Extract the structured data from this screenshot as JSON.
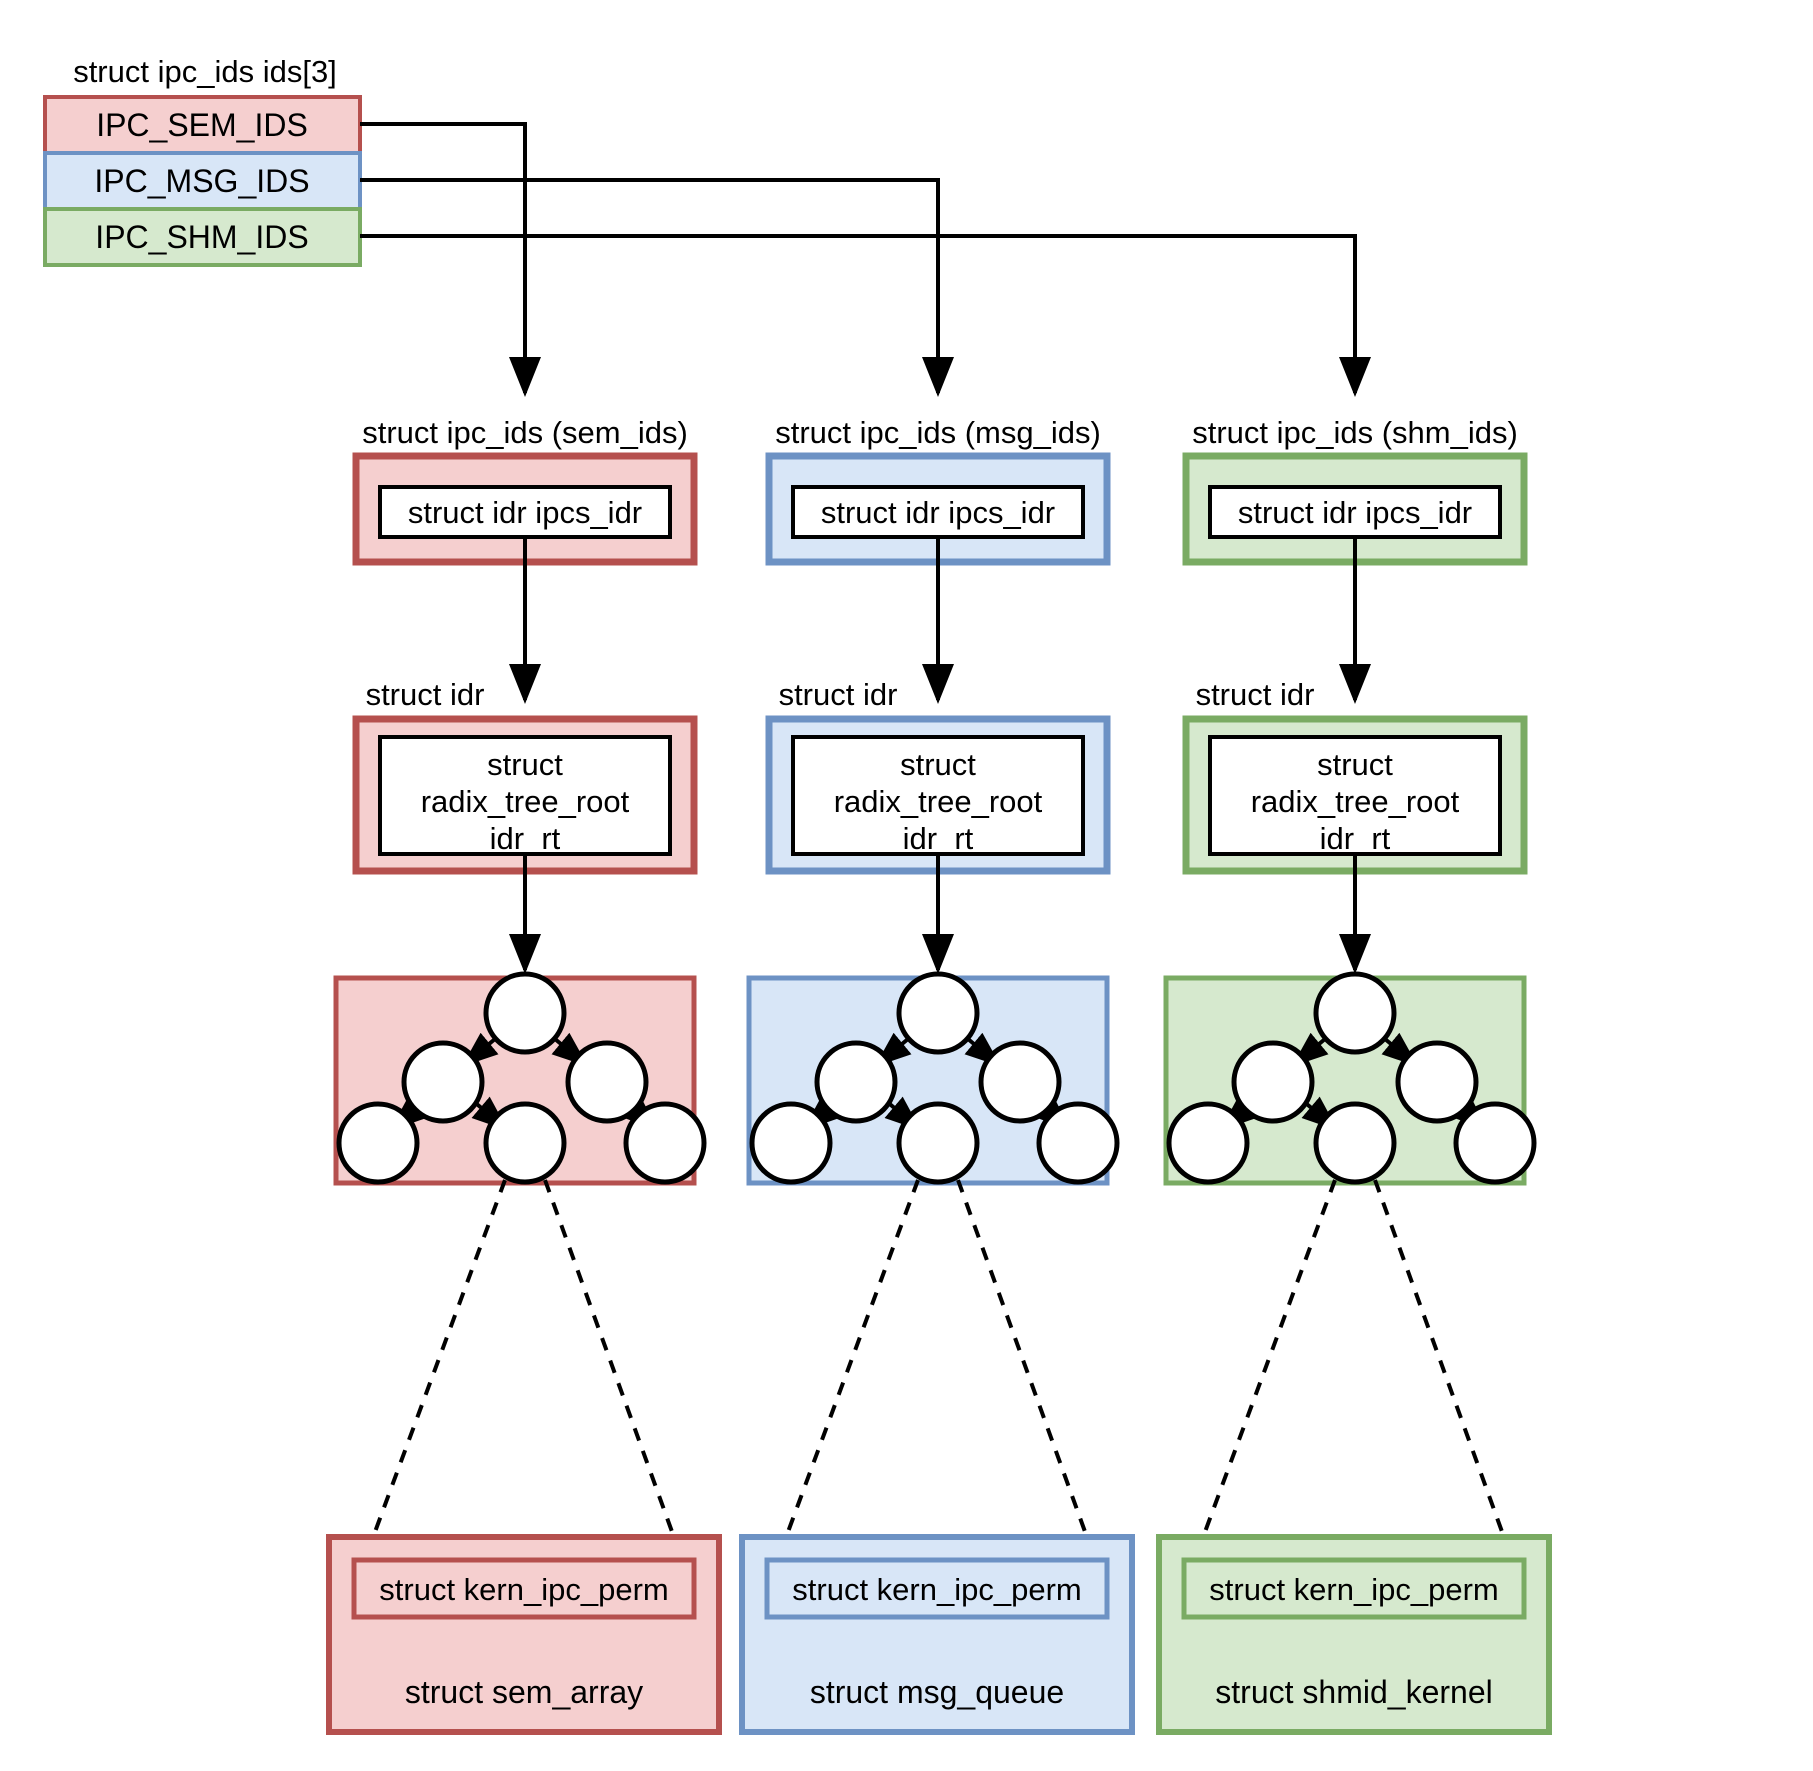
{
  "diagram": {
    "title_top": "struct ipc_ids ids[3]",
    "array_entries": [
      {
        "label": "IPC_SEM_IDS",
        "fill": "#f5cfcf",
        "stroke": "#b5504e"
      },
      {
        "label": "IPC_MSG_IDS",
        "fill": "#d8e6f7",
        "stroke": "#6d92c4"
      },
      {
        "label": "IPC_SHM_IDS",
        "fill": "#d6e9ce",
        "stroke": "#7aab63"
      }
    ],
    "columns": [
      {
        "key": "sem",
        "ipc_ids_caption": "struct ipc_ids (sem_ids)",
        "idr_field_label": "struct idr ipcs_idr",
        "idr_caption": "struct idr",
        "radix_line1": "struct",
        "radix_line2": "radix_tree_root",
        "radix_line3": "idr_rt",
        "perm_label": "struct kern_ipc_perm",
        "object_label": "struct sem_array",
        "fill": "#f5cfcf",
        "stroke": "#b5504e"
      },
      {
        "key": "msg",
        "ipc_ids_caption": "struct ipc_ids (msg_ids)",
        "idr_field_label": "struct idr ipcs_idr",
        "idr_caption": "struct idr",
        "radix_line1": "struct",
        "radix_line2": "radix_tree_root",
        "radix_line3": "idr_rt",
        "perm_label": "struct kern_ipc_perm",
        "object_label": "struct msg_queue",
        "fill": "#d8e6f7",
        "stroke": "#6d92c4"
      },
      {
        "key": "shm",
        "ipc_ids_caption": "struct ipc_ids (shm_ids)",
        "idr_field_label": "struct idr ipcs_idr",
        "idr_caption": "struct idr",
        "radix_line1": "struct",
        "radix_line2": "radix_tree_root",
        "radix_line3": "idr_rt",
        "perm_label": "struct kern_ipc_perm",
        "object_label": "struct shmid_kernel",
        "fill": "#d6e9ce",
        "stroke": "#7aab63"
      }
    ],
    "colors": {
      "line": "#000000",
      "node_fill": "#ffffff",
      "background": "#ffffff"
    }
  }
}
